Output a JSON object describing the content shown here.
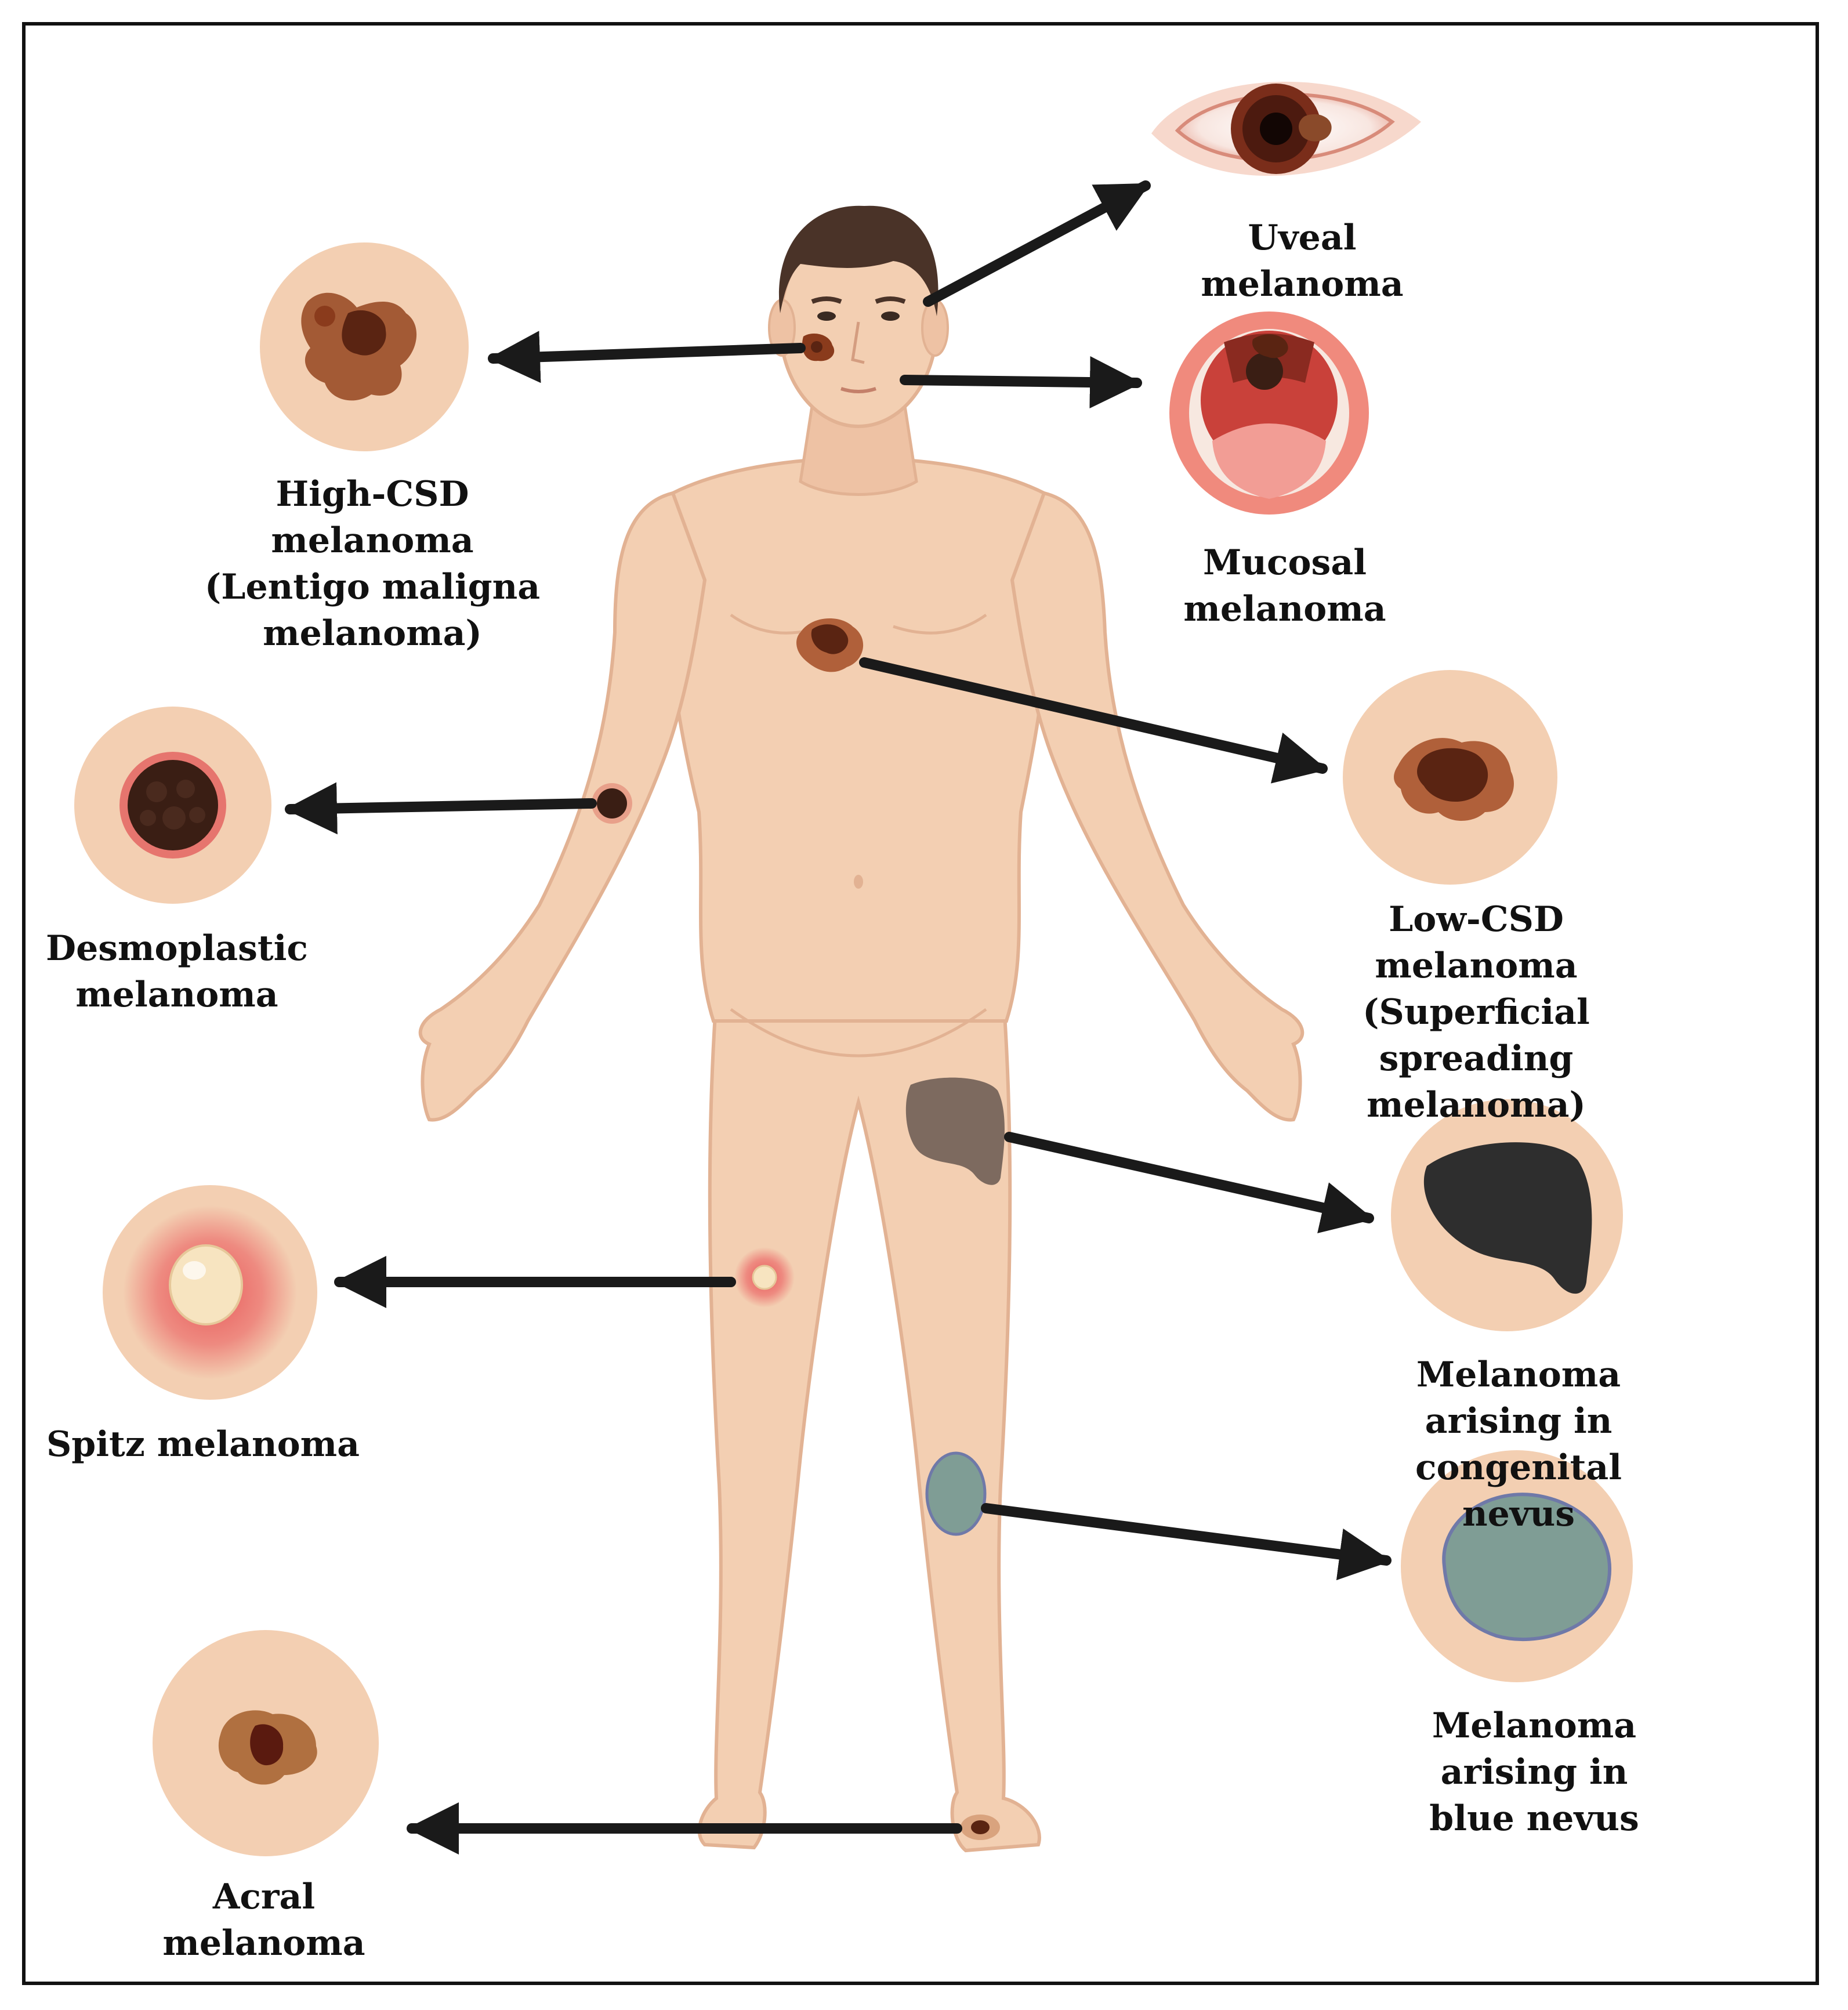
{
  "colors": {
    "skin": "#f3cfb2",
    "skin_shadow": "#e2b293",
    "lesion_dark": "#5a2412",
    "lesion_mid": "#8a3b1c",
    "lesion_light": "#b0603a",
    "arrow": "#1a1a1a",
    "hair": "#4a3328",
    "congenital_nevus": "#2e2e2e",
    "congenital_on_body": "#7d6a5f",
    "blue_nevus": "#7f9d95",
    "blue_nevus_border": "#6f79a8",
    "spitz_glow": "#e85b5b",
    "spitz_nodule": "#f7e4c0"
  },
  "labels": {
    "uveal": "Uveal\nmelanoma",
    "mucosal": "Mucosal\nmelanoma",
    "high_csd": "High-CSD\nmelanoma\n(Lentigo maligna\nmelanoma)",
    "low_csd": "Low-CSD melanoma\n(Superficial\nspreading\nmelanoma)",
    "desmoplastic": "Desmoplastic\nmelanoma",
    "congenital": "Melanoma arising in\ncongenital nevus",
    "spitz": "Spitz melanoma",
    "blue": "Melanoma arising in\nblue nevus",
    "acral": "Acral\nmelanoma"
  }
}
